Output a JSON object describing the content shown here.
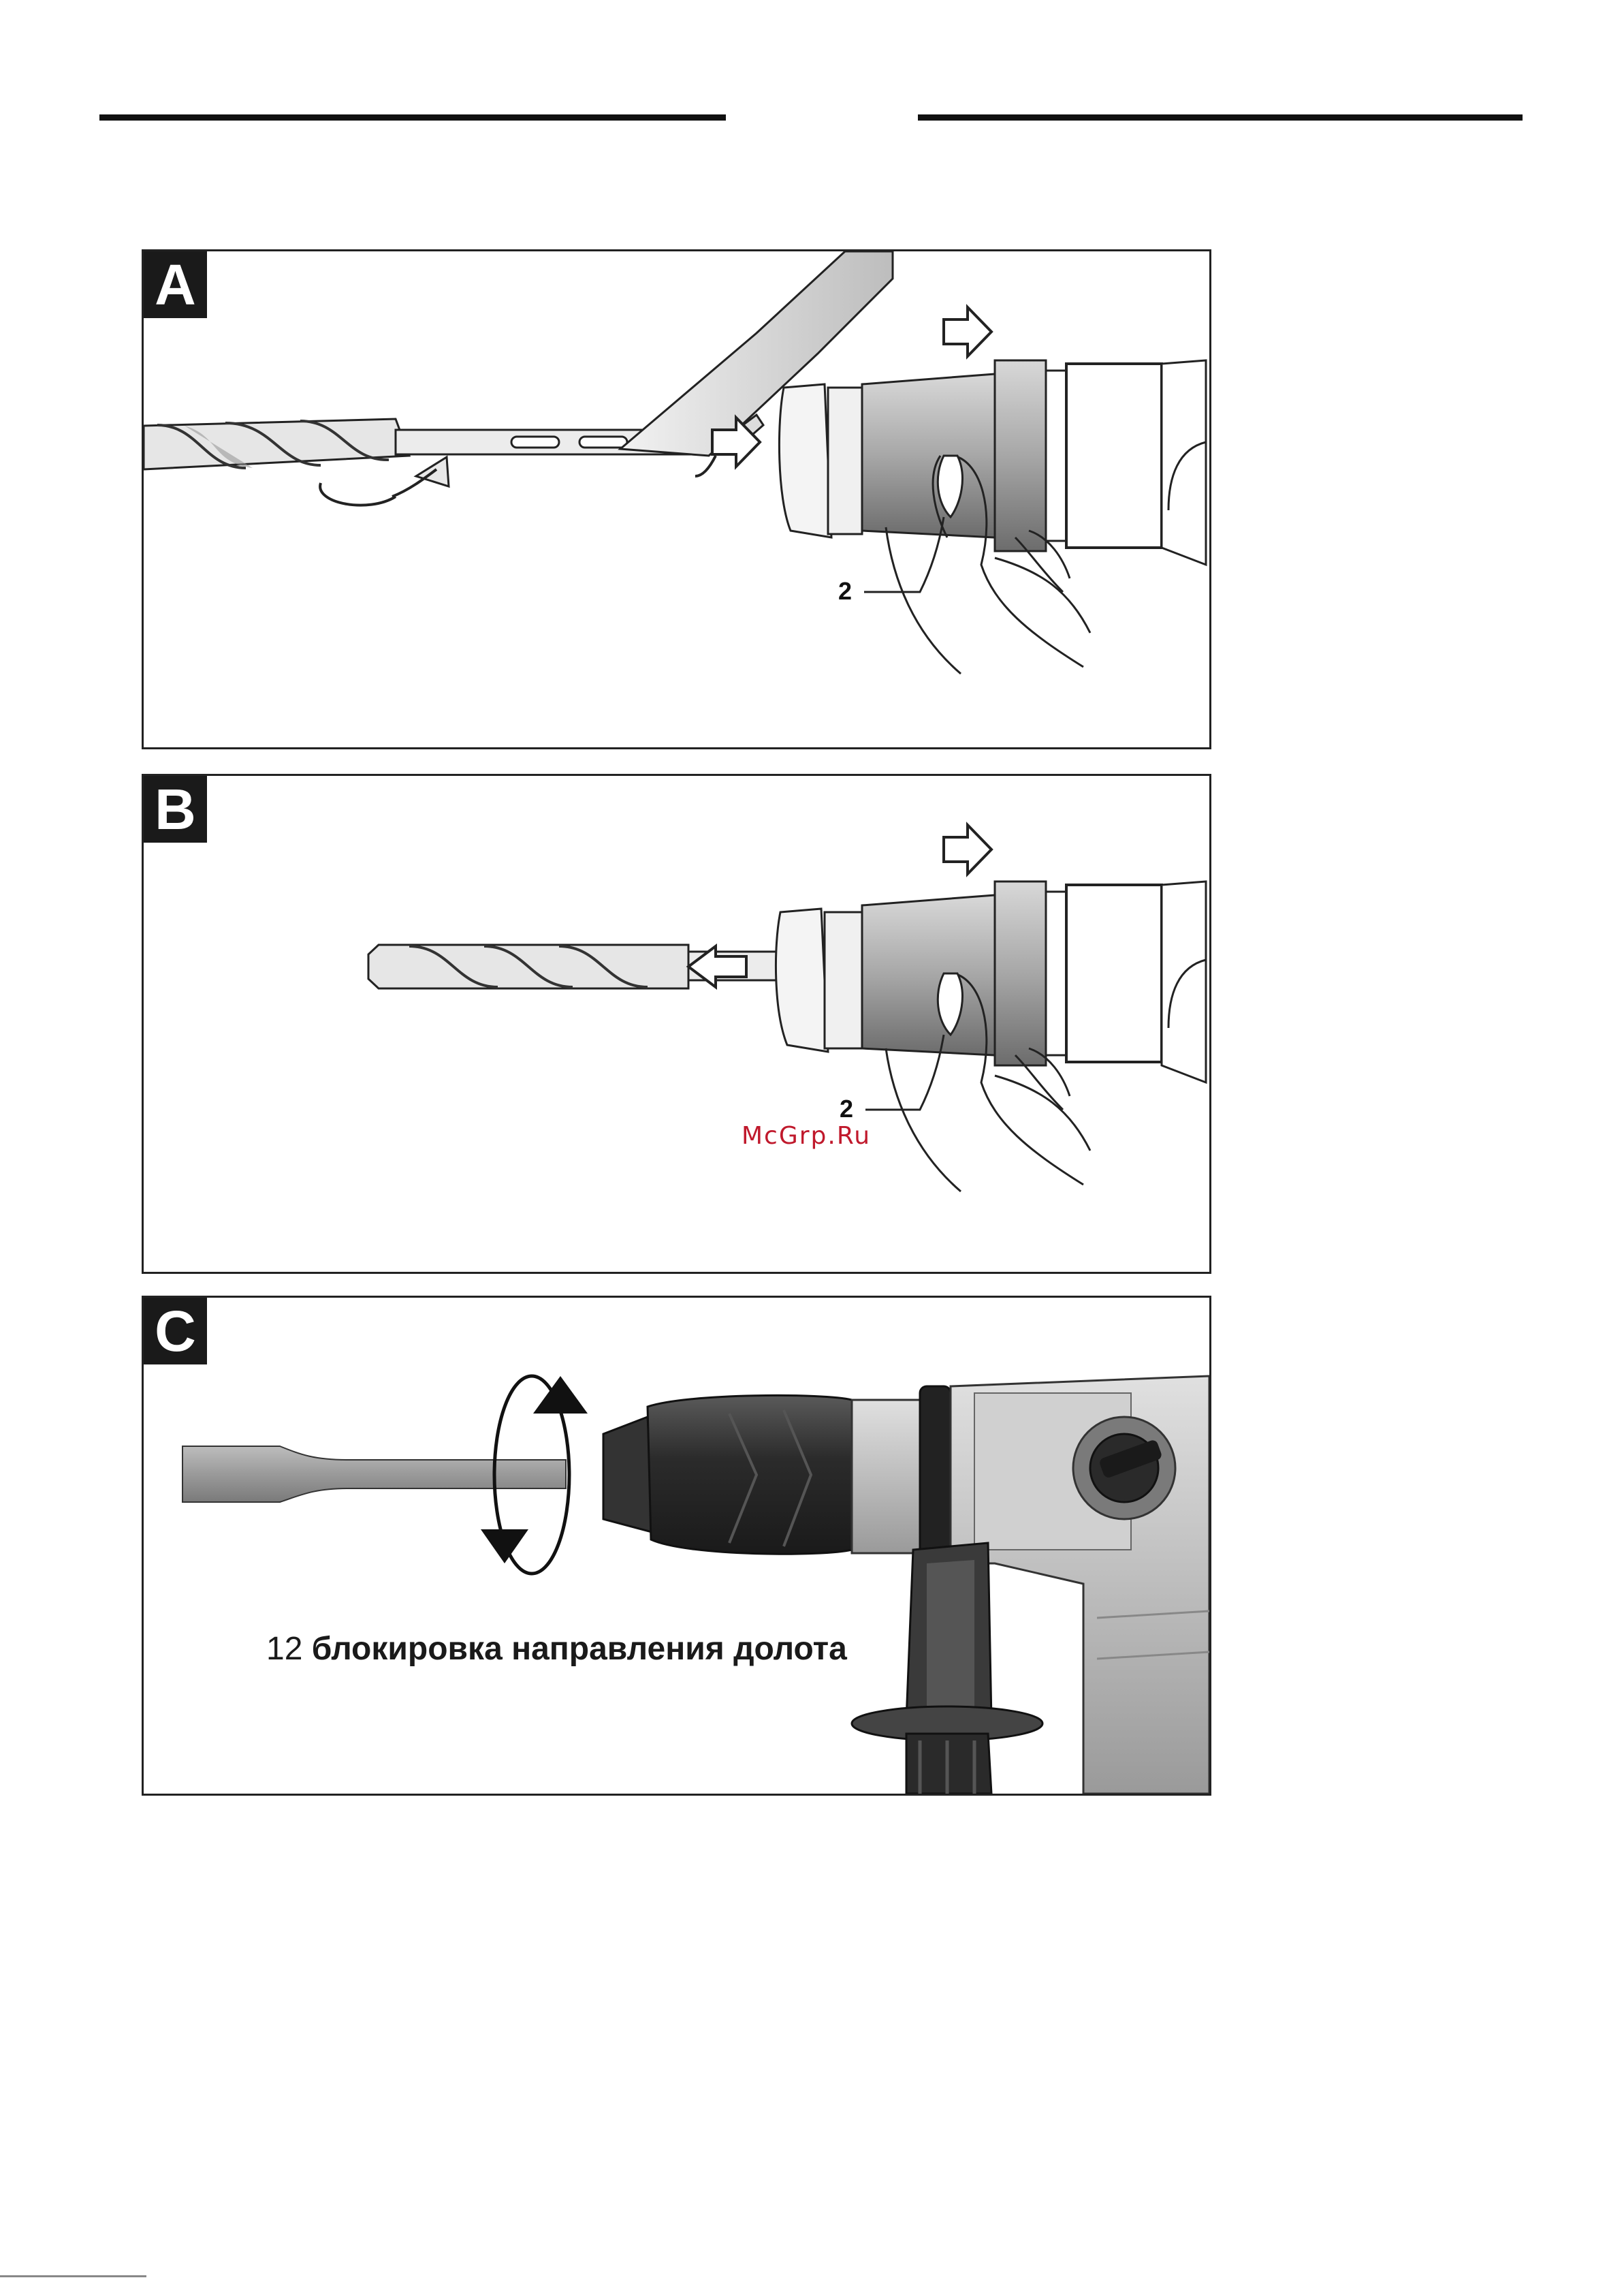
{
  "panels": {
    "a": {
      "badge": "A",
      "callout": "2"
    },
    "b": {
      "badge": "B",
      "callout": "2"
    },
    "c": {
      "badge": "C",
      "caption_number": "12",
      "caption_text": "блокировка направления долота"
    }
  },
  "watermark": "McGrp.Ru",
  "colors": {
    "badge_bg": "#1a1a1a",
    "watermark": "#c0192c",
    "outline": "#222222"
  }
}
